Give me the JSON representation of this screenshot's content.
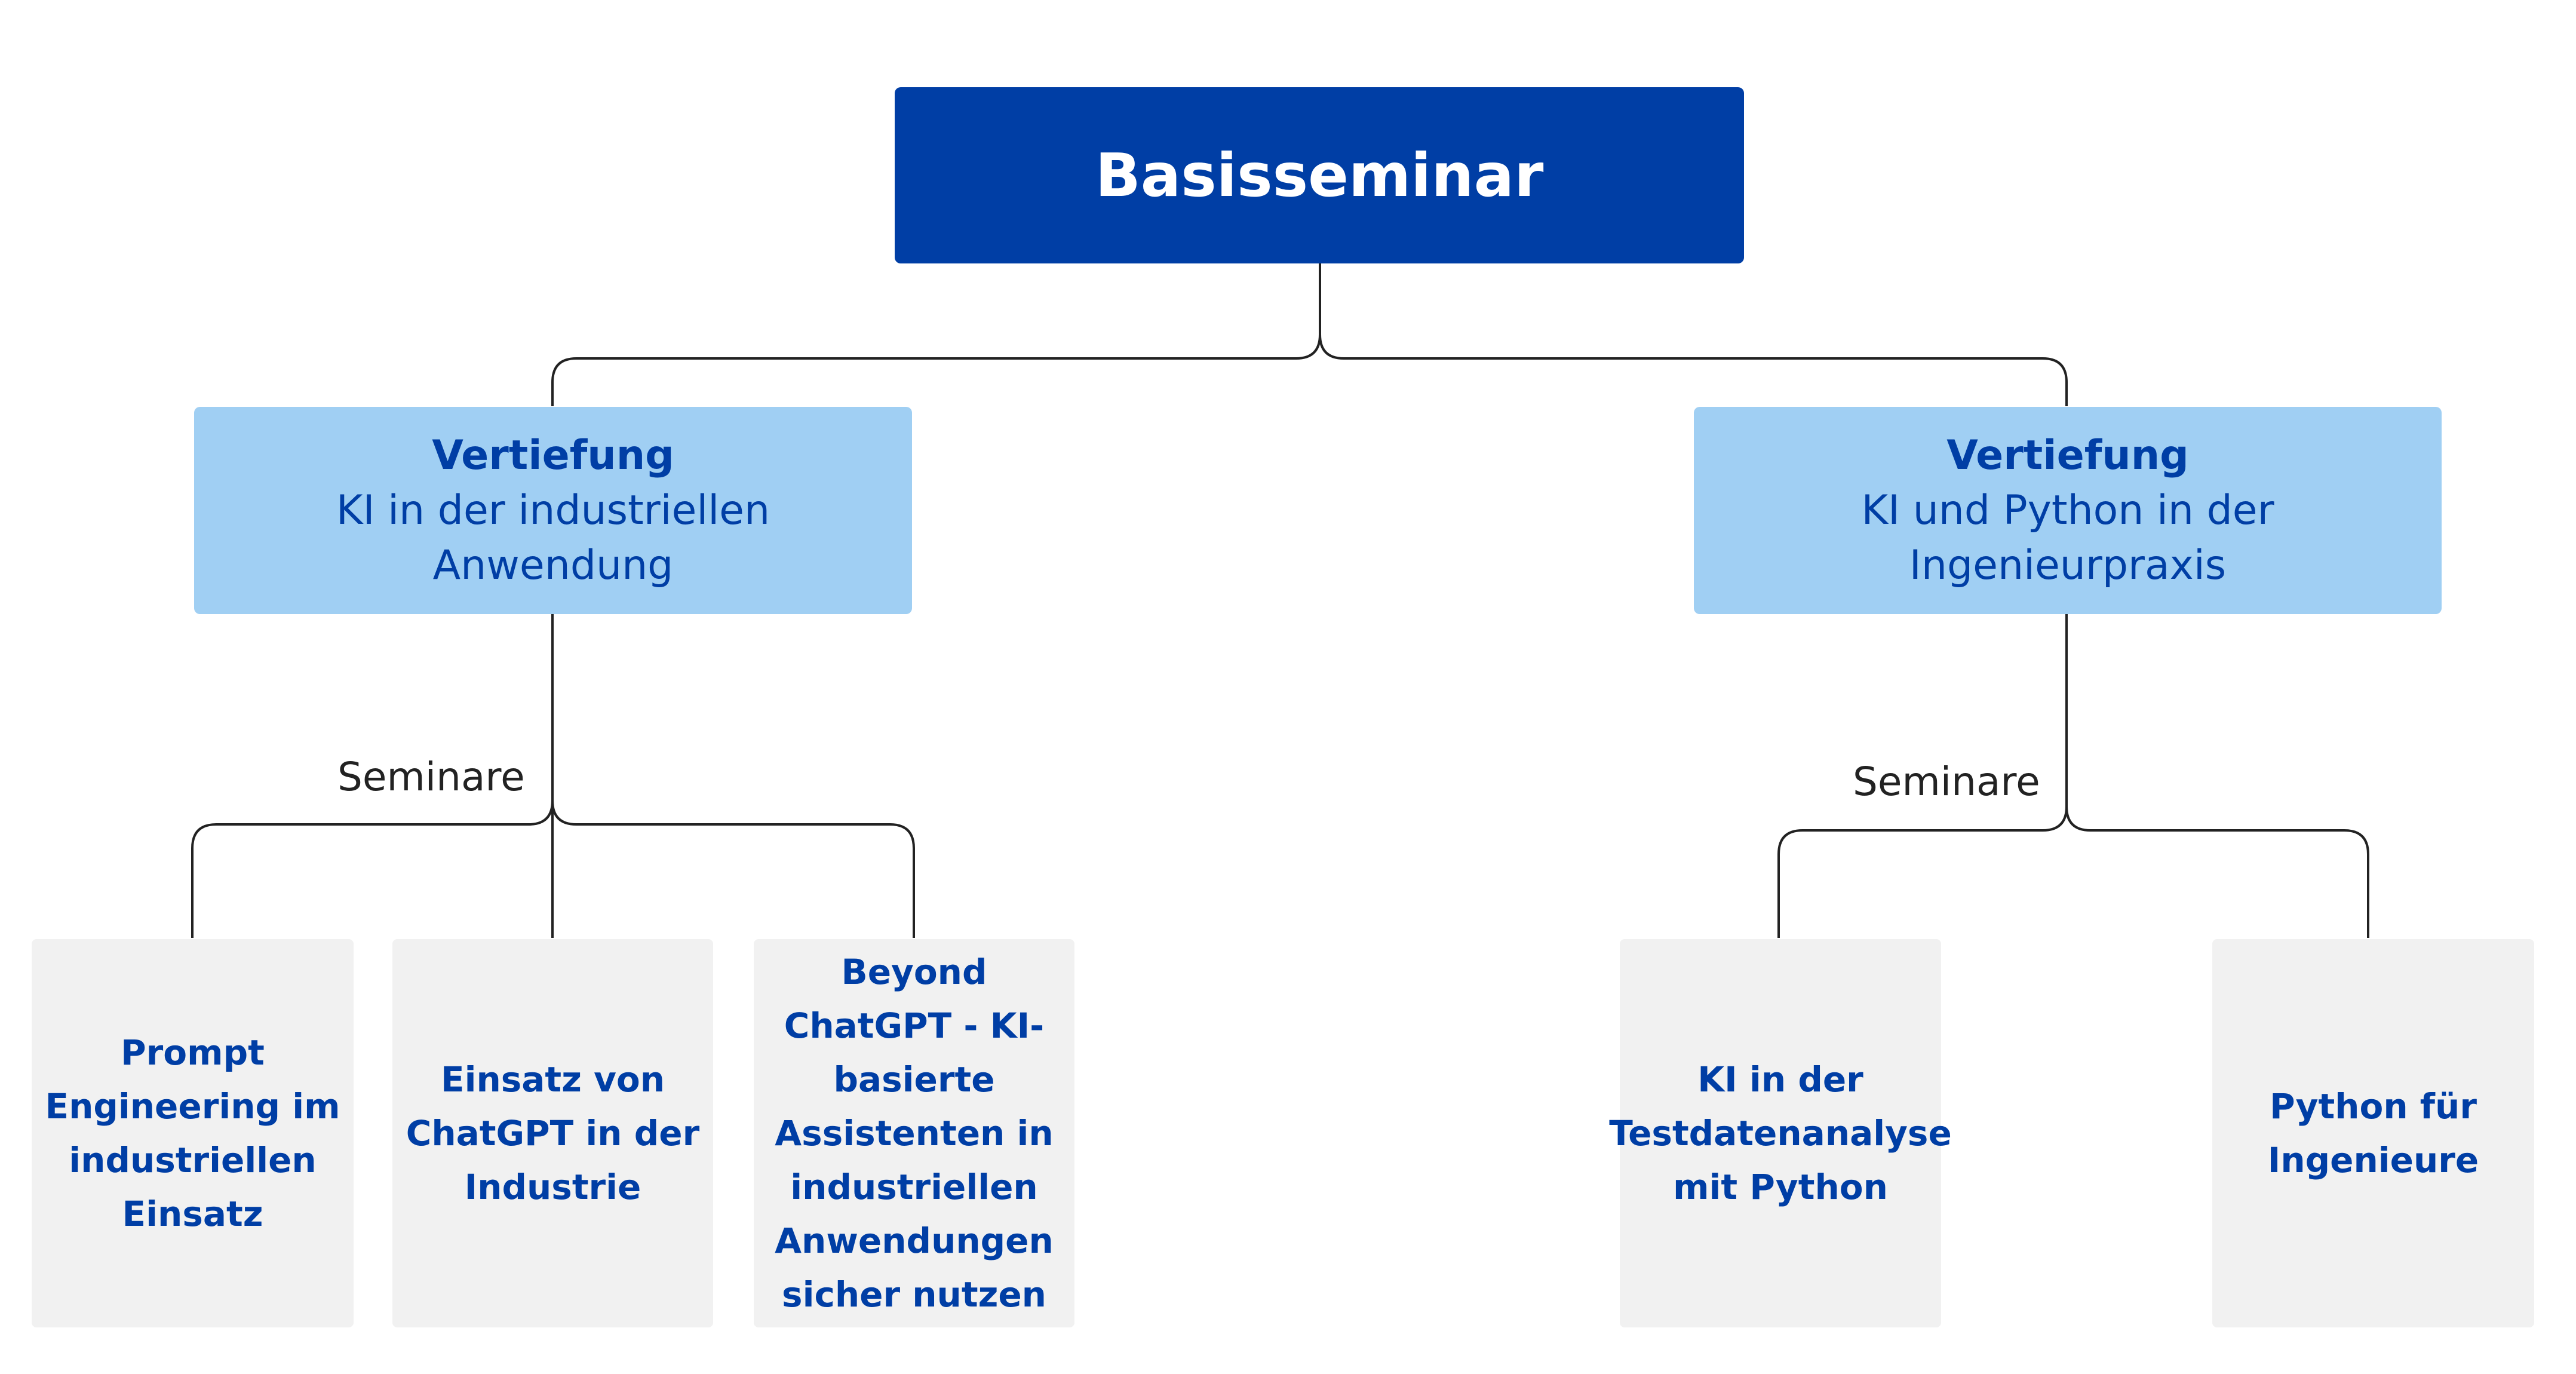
{
  "colors": {
    "root_bg": "#003ea5",
    "branch_bg": "#a0cff3",
    "leaf_bg": "#f1f1f1",
    "text_accent": "#003ea5",
    "connector": "#222222"
  },
  "root": {
    "title": "Basisseminar"
  },
  "branches": [
    {
      "title": "Vertiefung",
      "subtitle": "KI in der industriellen Anwendung",
      "seminars_label": "Seminare",
      "seminars": [
        "Prompt Engineering im industriellen Einsatz",
        "Einsatz von ChatGPT in der Industrie",
        "Beyond ChatGPT - KI-basierte Assistenten in industriellen Anwendungen sicher nutzen"
      ]
    },
    {
      "title": "Vertiefung",
      "subtitle": "KI und Python in der Ingenieurpraxis",
      "seminars_label": "Seminare",
      "seminars": [
        "KI in der Testdatenanalyse mit Python",
        "Python für Ingenieure"
      ]
    }
  ]
}
